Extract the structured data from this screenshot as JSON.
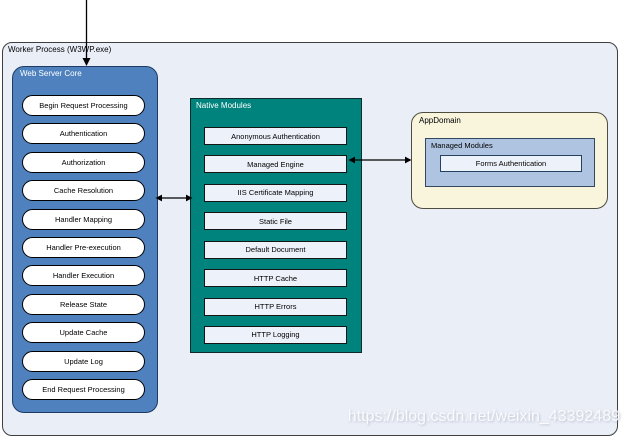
{
  "workerProcess": {
    "label": "Worker Process (W3WP.exe)"
  },
  "webServerCore": {
    "label": "Web Server Core",
    "items": [
      "Begin Request Processing",
      "Authentication",
      "Authorization",
      "Cache Resolution",
      "Handler Mapping",
      "Handler Pre-execution",
      "Handler Execution",
      "Release State",
      "Update Cache",
      "Update Log",
      "End Request Processing"
    ]
  },
  "nativeModules": {
    "label": "Native Modules",
    "items": [
      "Anonymous Authentication",
      "Managed Engine",
      "IIS Certificate Mapping",
      "Static File",
      "Default Document",
      "HTTP Cache",
      "HTTP Errors",
      "HTTP Logging"
    ]
  },
  "appDomain": {
    "label": "AppDomain",
    "managedModules": {
      "label": "Managed Modules",
      "items": [
        "Forms Authentication"
      ]
    }
  },
  "watermark": "https://blog.csdn.net/weixin_43392489",
  "colors": {
    "core_blue": "#4E81BD",
    "native_teal": "#00827D",
    "appdomain_cream": "#F8F5DC",
    "managed_blue": "#AFC4E1",
    "panel_background": "#EAEEF7",
    "arrow": "#000000"
  }
}
